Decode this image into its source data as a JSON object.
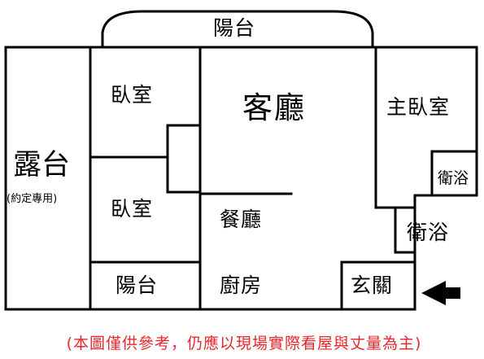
{
  "rooms": {
    "balcony_top": "陽台",
    "bedroom_upper": "臥室",
    "living_room": "客廳",
    "master_bedroom": "主臥室",
    "terrace": "露台",
    "terrace_note": "(約定專用)",
    "bedroom_lower": "臥室",
    "master_bathroom": "衛浴",
    "dining_room": "餐廳",
    "bathroom": "衛浴",
    "balcony_bottom": "陽台",
    "kitchen": "廚房",
    "entrance": "玄關"
  },
  "footnote": "(本圖僅供參考，仍應以現場實際看屋與丈量為主)",
  "colors": {
    "wall": "#000000",
    "background": "#ffffff",
    "note": "#e8262c"
  },
  "icons": {
    "entry_arrow": "left-arrow-icon"
  }
}
